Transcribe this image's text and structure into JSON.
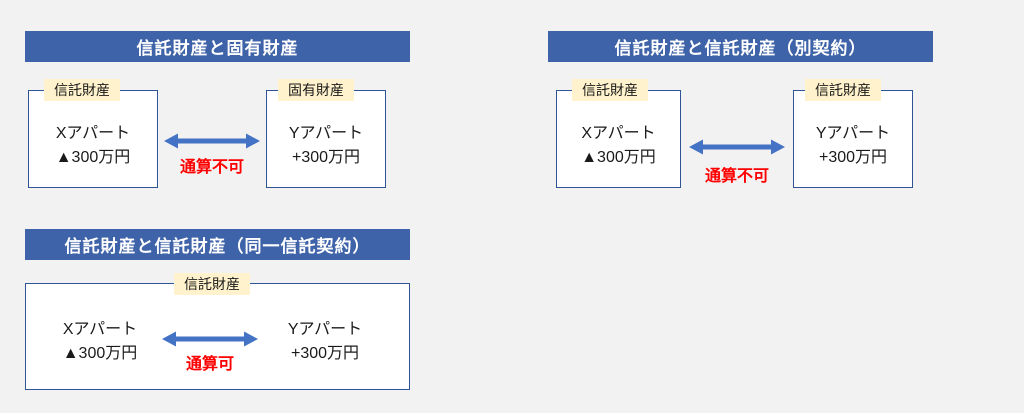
{
  "colors": {
    "background": "#f2f2f2",
    "header_bg": "#3f63a8",
    "header_text": "#ffffff",
    "box_border": "#2f5597",
    "box_bg": "#ffffff",
    "tag_bg": "#fff2cc",
    "arrow": "#4472c4",
    "relation_text": "#ff0000"
  },
  "sections": {
    "trust_vs_proprietary": {
      "title": "信託財産と固有財産",
      "left_box": {
        "tag": "信託財産",
        "line1": "Xアパート",
        "line2": "▲300万円"
      },
      "right_box": {
        "tag": "固有財産",
        "line1": "Yアパート",
        "line2": "+300万円"
      },
      "relation": "通算不可"
    },
    "trust_vs_trust_separate": {
      "title": "信託財産と信託財産（別契約）",
      "left_box": {
        "tag": "信託財産",
        "line1": "Xアパート",
        "line2": "▲300万円"
      },
      "right_box": {
        "tag": "信託財産",
        "line1": "Yアパート",
        "line2": "+300万円"
      },
      "relation": "通算不可"
    },
    "trust_vs_trust_same": {
      "title": "信託財産と信託財産（同一信託契約）",
      "tag": "信託財産",
      "left_item": {
        "line1": "Xアパート",
        "line2": "▲300万円"
      },
      "right_item": {
        "line1": "Yアパート",
        "line2": "+300万円"
      },
      "relation": "通算可"
    }
  }
}
